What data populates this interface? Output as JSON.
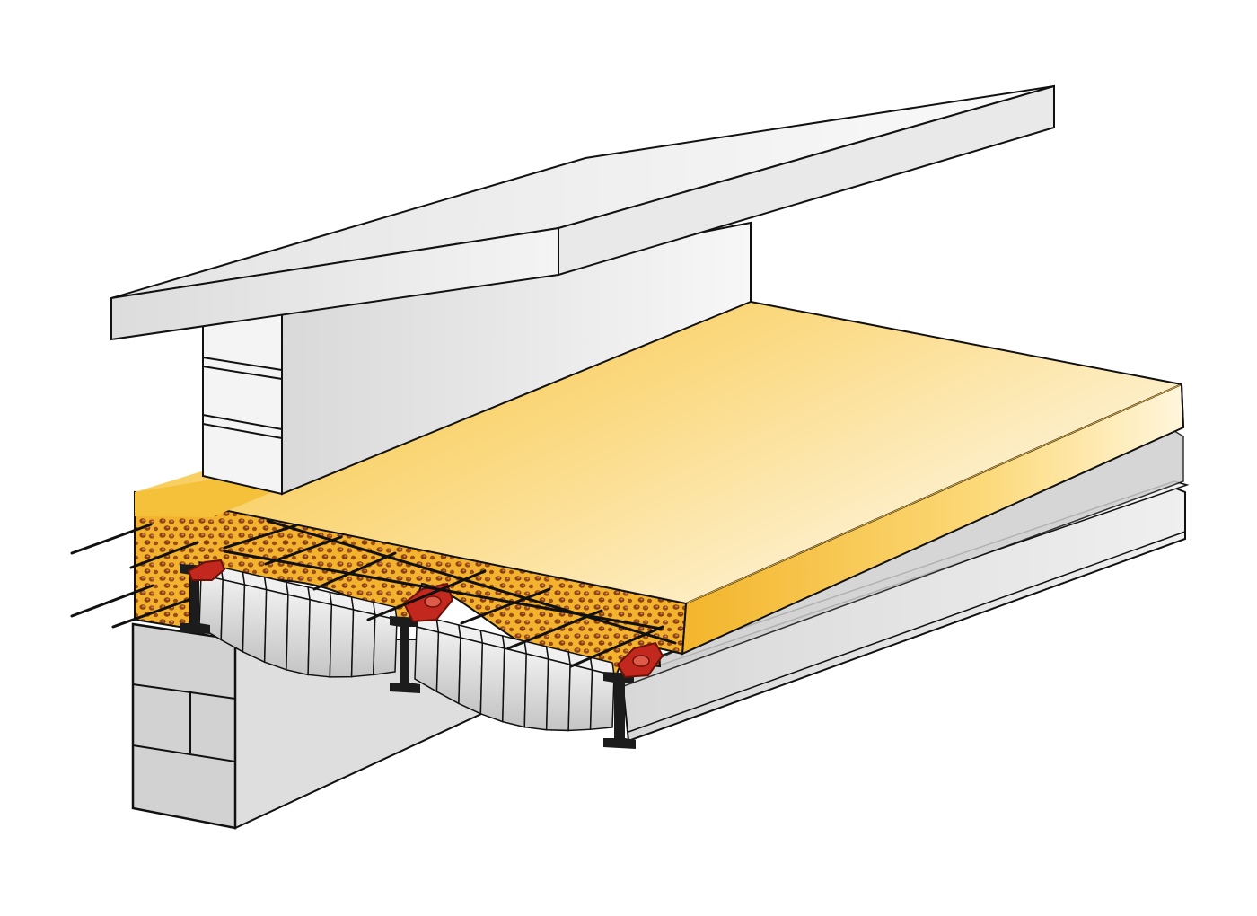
{
  "diagram": {
    "subject": "",
    "components": [
      "precast-slab",
      "masonry-wall",
      "concrete-topping",
      "steel-beam",
      "hollow-clay-blocks",
      "reinforcement-bars",
      "beam-connector",
      "masonry-support-wall"
    ],
    "colors": {
      "background": "#ffffff",
      "outline": "#111111",
      "slab_light": "#f2f2f2",
      "slab_shade": "#d6d6d6",
      "wall_face": "#e6e6e6",
      "topping_warm": "#f6c74a",
      "topping_fade": "#fffaf0",
      "aggregate": "#9a4b16",
      "aggregate_fill": "#f3b32e",
      "block_grey": "#cfcfcf",
      "block_light": "#ececec",
      "steel_dark": "#1c1c1c",
      "connector_red": "#c2281e",
      "masonry": "#d4d4d4"
    }
  }
}
